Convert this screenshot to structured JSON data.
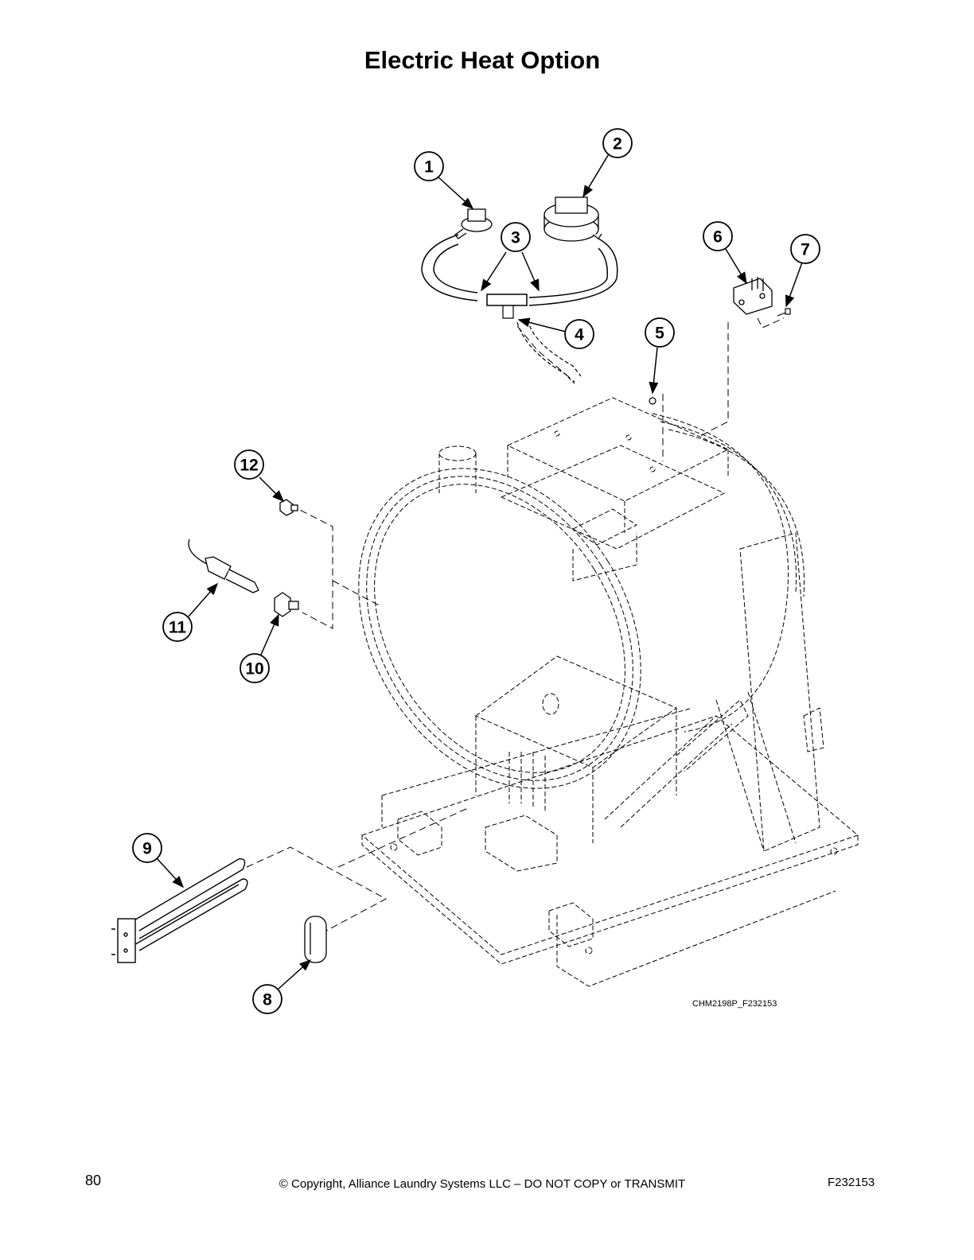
{
  "page": {
    "title": "Electric Heat Option",
    "drawing_id": "CHM2198P_F232153",
    "page_number": "80",
    "copyright": "© Copyright, Alliance Laundry Systems LLC – DO NOT COPY or TRANSMIT",
    "doc_number": "F232153"
  },
  "callouts": [
    "1",
    "2",
    "3",
    "4",
    "5",
    "6",
    "7",
    "8",
    "9",
    "10",
    "11",
    "12"
  ]
}
